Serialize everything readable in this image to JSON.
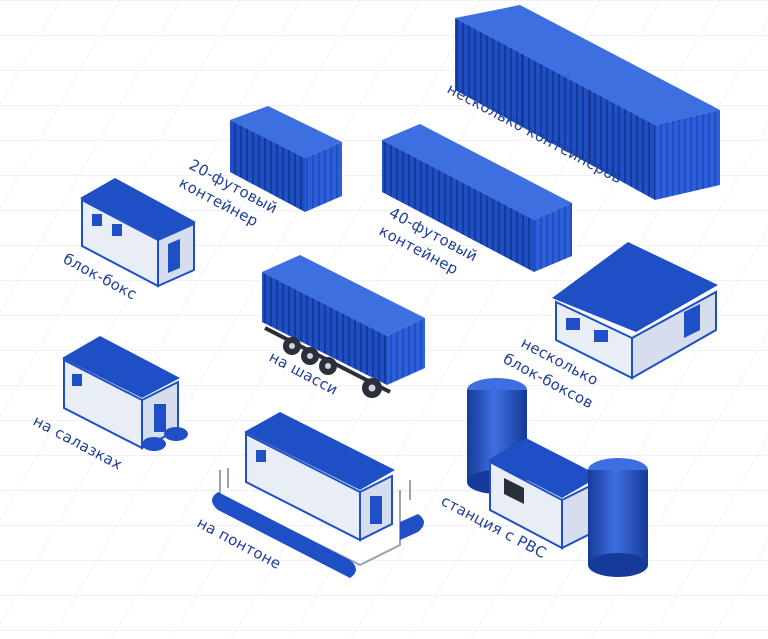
{
  "colors": {
    "blue": "#1e4fc4",
    "blue_dark": "#163a99",
    "blue_light": "#3e6fe0",
    "wall": "#e9edf6",
    "grid": "#dfe4ee",
    "label": "#1f3f95"
  },
  "labels": {
    "several_containers": "несколько контейнеров",
    "container20_line1": "20-футовый",
    "container20_line2": "контейнер",
    "container40_line1": "40-футовый",
    "container40_line2": "контейнер",
    "block_box": "блок-бокс",
    "on_chassis": "на шасси",
    "several_block_boxes_line1": "несколько",
    "several_block_boxes_line2": "блок-боксов",
    "on_skids": "на салазках",
    "on_pontoon": "на понтоне",
    "station_rvs": "станция с РВС"
  }
}
